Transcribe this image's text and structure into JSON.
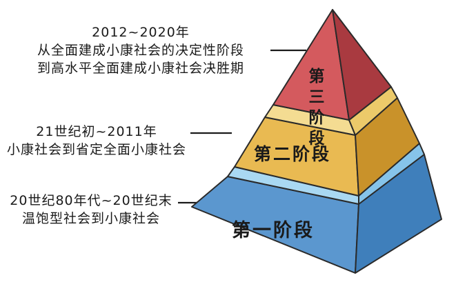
{
  "stages": [
    {
      "label": "第一阶段",
      "period": "20世纪80年代~20世纪末",
      "description": "温饱型社会到小康社会",
      "color": "#5b97cf"
    },
    {
      "label": "第二阶段",
      "period": "21世纪初~2011年",
      "description": "小康社会到省定全面小康社会",
      "color": "#e9ba52"
    },
    {
      "label": "第三阶段",
      "period": "2012~2020年",
      "description_lines": [
        "从全面建成小康社会的决定性阶段",
        "到高水平全面建成小康社会决胜期"
      ],
      "color": "#d45a5e"
    }
  ]
}
